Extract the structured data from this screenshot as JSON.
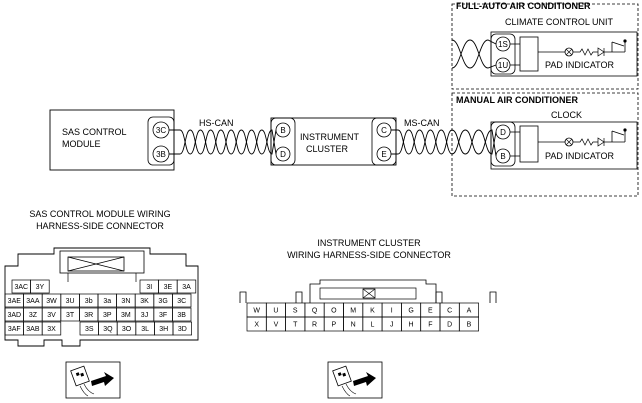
{
  "full_auto": {
    "title": "FULL-AUTO AIR CONDITIONER",
    "unit": "CLIMATE CONTROL UNIT",
    "pin_top": "1S",
    "pin_bottom": "1U",
    "pad": "PAD INDICATOR"
  },
  "manual": {
    "title": "MANUAL AIR CONDITIONER",
    "unit": "CLOCK",
    "pin_top": "D",
    "pin_bottom": "B",
    "pad": "PAD INDICATOR"
  },
  "sas": {
    "line1": "SAS CONTROL",
    "line2": "MODULE",
    "pin_top": "3C",
    "pin_bottom": "3B"
  },
  "hs_can": "HS-CAN",
  "ms_can": "MS-CAN",
  "cluster": {
    "line1": "INSTRUMENT",
    "line2": "CLUSTER",
    "pin_left_top": "B",
    "pin_left_bottom": "D",
    "pin_right_top": "C",
    "pin_right_bottom": "E"
  },
  "sas_connector": {
    "title1": "SAS CONTROL MODULE WIRING",
    "title2": "HARNESS-SIDE CONNECTOR",
    "row1_left": [
      "3AC",
      "3Y"
    ],
    "row1_right": [
      "3I",
      "3E",
      "3A"
    ],
    "row2": [
      "3AE",
      "3AA",
      "3W",
      "3U",
      "3b",
      "3a",
      "3N",
      "3K",
      "3G",
      "3C"
    ],
    "row3": [
      "3AD",
      "3Z",
      "3V",
      "3T",
      "3R",
      "3P",
      "3M",
      "3J",
      "3F",
      "3B"
    ],
    "row4_left": [
      "3AF",
      "3AB",
      "3X"
    ],
    "row4_right": [
      "3S",
      "3Q",
      "3O",
      "3L",
      "3H",
      "3D"
    ]
  },
  "cluster_connector": {
    "title1": "INSTRUMENT CLUSTER",
    "title2": "WIRING HARNESS-SIDE CONNECTOR",
    "row1": [
      "W",
      "U",
      "S",
      "Q",
      "O",
      "M",
      "K",
      "I",
      "G",
      "E",
      "C",
      "A"
    ],
    "row2": [
      "X",
      "V",
      "T",
      "R",
      "P",
      "N",
      "L",
      "J",
      "H",
      "F",
      "D",
      "B"
    ]
  }
}
